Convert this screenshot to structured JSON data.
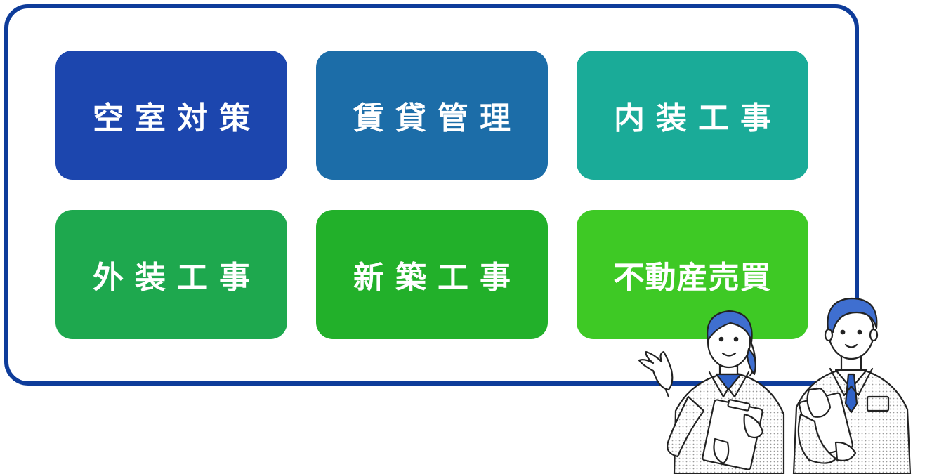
{
  "services": [
    {
      "label": "空室対策",
      "color": "#1c46ae"
    },
    {
      "label": "賃貸管理",
      "color": "#1c6da8"
    },
    {
      "label": "内装工事",
      "color": "#1aab98"
    },
    {
      "label": "外装工事",
      "color": "#1ea84e"
    },
    {
      "label": "新築工事",
      "color": "#22b02a"
    },
    {
      "label": "不動産売買",
      "color": "#3ec925"
    }
  ],
  "colors": {
    "frame_border": "#0e3c9a",
    "hair": "#3f6fd0",
    "outline": "#222222"
  },
  "illustration": {
    "name": "two-workers-illustration"
  }
}
